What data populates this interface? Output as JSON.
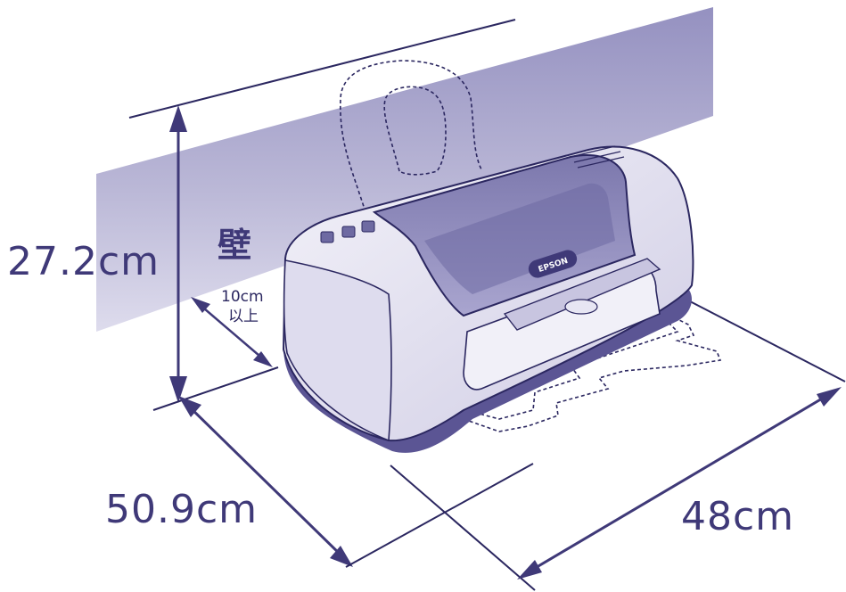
{
  "labels": {
    "height": "27.2cm",
    "depth": "50.9cm",
    "width": "48cm",
    "wall": "壁",
    "clearance_line1": "10cm",
    "clearance_line2": "以上"
  },
  "printer": {
    "brand": "EPSON"
  },
  "colors": {
    "accent": "#3f3978",
    "wall": "#a9a6cb",
    "printer_body": "#e4e2f0",
    "printer_lid": "#8a86b6"
  }
}
